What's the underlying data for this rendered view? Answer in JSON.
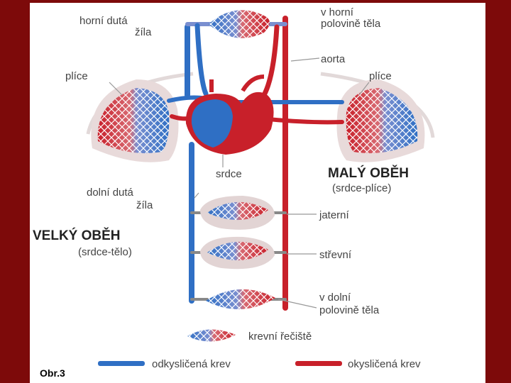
{
  "labels": {
    "upper_vena_cava": [
      "horní dutá",
      "žíla"
    ],
    "to_upper_body": [
      "v horní",
      "polovině těla"
    ],
    "aorta": "aorta",
    "lung_left": "plíce",
    "lung_right": "plíce",
    "heart": "srdce",
    "lower_vena_cava": [
      "dolní dutá",
      "žíla"
    ],
    "liver": "jaterní",
    "intestine": "střevní",
    "to_lower_body": [
      "v dolní",
      "polovině těla"
    ],
    "small_circulation": {
      "title": "MALÝ OBĚH",
      "subtitle": "(srdce-plíce)"
    },
    "large_circulation": {
      "title": "VELKÝ OBĚH",
      "subtitle": "(srdce-tělo)"
    }
  },
  "legend": {
    "capillary_bed": "krevní řečiště",
    "deoxygenated": "odkysličená krev",
    "oxygenated": "okysličená krev"
  },
  "figure_caption": "Obr.3",
  "colors": {
    "frame": "#7d0a0a",
    "deoxygenated_blue": "#2f6fc4",
    "oxygenated_red": "#c8202a",
    "organ_shadow": "#e9dfdf"
  }
}
